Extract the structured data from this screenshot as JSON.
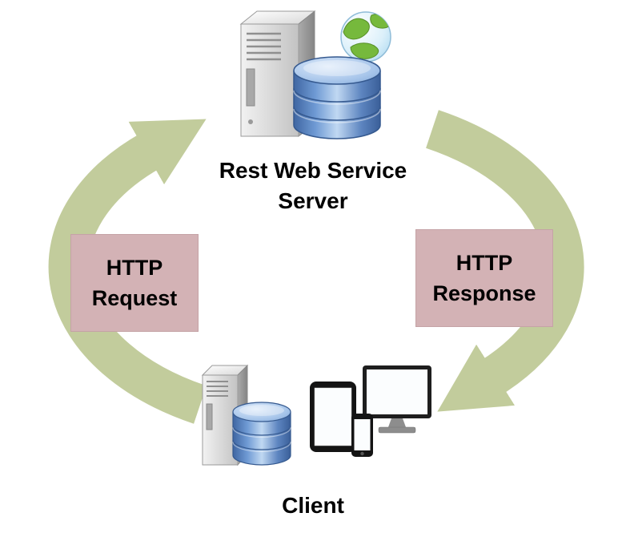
{
  "diagram": {
    "server": {
      "label_line1": "Rest Web Service",
      "label_line2": "Server"
    },
    "client": {
      "label": "Client"
    },
    "request_box": {
      "line1": "HTTP",
      "line2": "Request"
    },
    "response_box": {
      "line1": "HTTP",
      "line2": "Response"
    },
    "colors": {
      "arrow_green": "#c2cc9c",
      "box_pink": "#d3b2b5",
      "box_border": "#c5a3a6",
      "text_black": "#000000",
      "database_blue": "#5b87c5",
      "server_gray": "#d9d9d9",
      "globe_green": "#76b93c"
    },
    "icons": {
      "server_icon": "server-tower-with-database-and-globe",
      "client_icon": "server-tower-with-database-tablet-monitor-phone",
      "request_arrow": "curved-arrow-up-left-side",
      "response_arrow": "curved-arrow-down-right-side"
    }
  }
}
